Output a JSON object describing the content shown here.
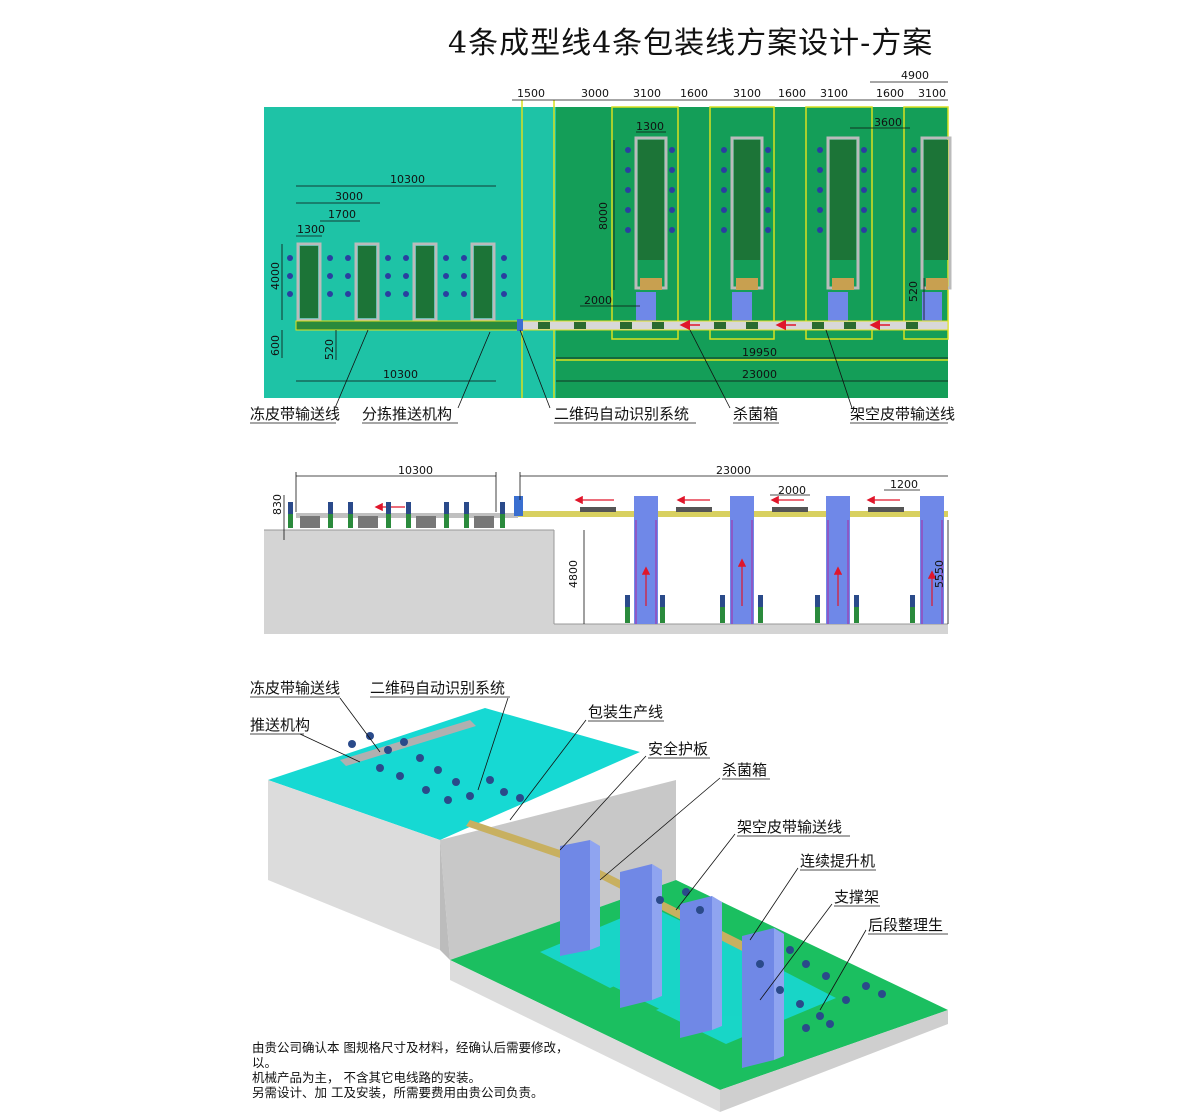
{
  "title": "4条成型线4条包装线方案设计-方案",
  "plan": {
    "top_dims": [
      "1500",
      "3000",
      "3100",
      "1600",
      "3100",
      "1600",
      "3100",
      "1600",
      "3100"
    ],
    "dim_4900": "4900",
    "dim_3600": "3600",
    "dim_1300_right": "1300",
    "dim_8000": "8000",
    "dim_2000": "2000",
    "dim_520_right": "520",
    "dim_19950": "19950",
    "dim_23000": "23000",
    "left_10300_top": "10300",
    "left_3000": "3000",
    "left_1700": "1700",
    "left_1300": "1300",
    "left_4000": "4000",
    "left_600": "600",
    "left_520": "520",
    "left_10300_bottom": "10300",
    "labels": [
      "冻皮带输送线",
      "分拣推送机构",
      "二维码自动识别系统",
      "杀菌箱",
      "架空皮带输送线"
    ]
  },
  "elevation": {
    "dim_10300": "10300",
    "dim_23000": "23000",
    "dim_2000": "2000",
    "dim_1200": "1200",
    "dim_830": "830",
    "dim_4800": "4800",
    "dim_5550": "5550"
  },
  "iso": {
    "labels": [
      "冻皮带输送线",
      "二维码自动识别系统",
      "推送机构",
      "包装生产线",
      "安全护板",
      "杀菌箱",
      "架空皮带输送线",
      "连续提升机",
      "支撑架",
      "后段整理生"
    ]
  },
  "notes": [
    "由贵公司确认本  图规格尺寸及材料，经确认后需要修改，",
    "以。",
    "机械产品为主，  不含其它电线路的安装。",
    "另需设计、加  工及安装，所需要费用由贵公司负责。"
  ],
  "colors": {
    "teal": "#1ec3a6",
    "green": "#159f59",
    "dark_green": "#1f7a3b",
    "blue": "#6f88e8",
    "cyan": "#1ee8e8",
    "gray": "#d2d2d2"
  }
}
